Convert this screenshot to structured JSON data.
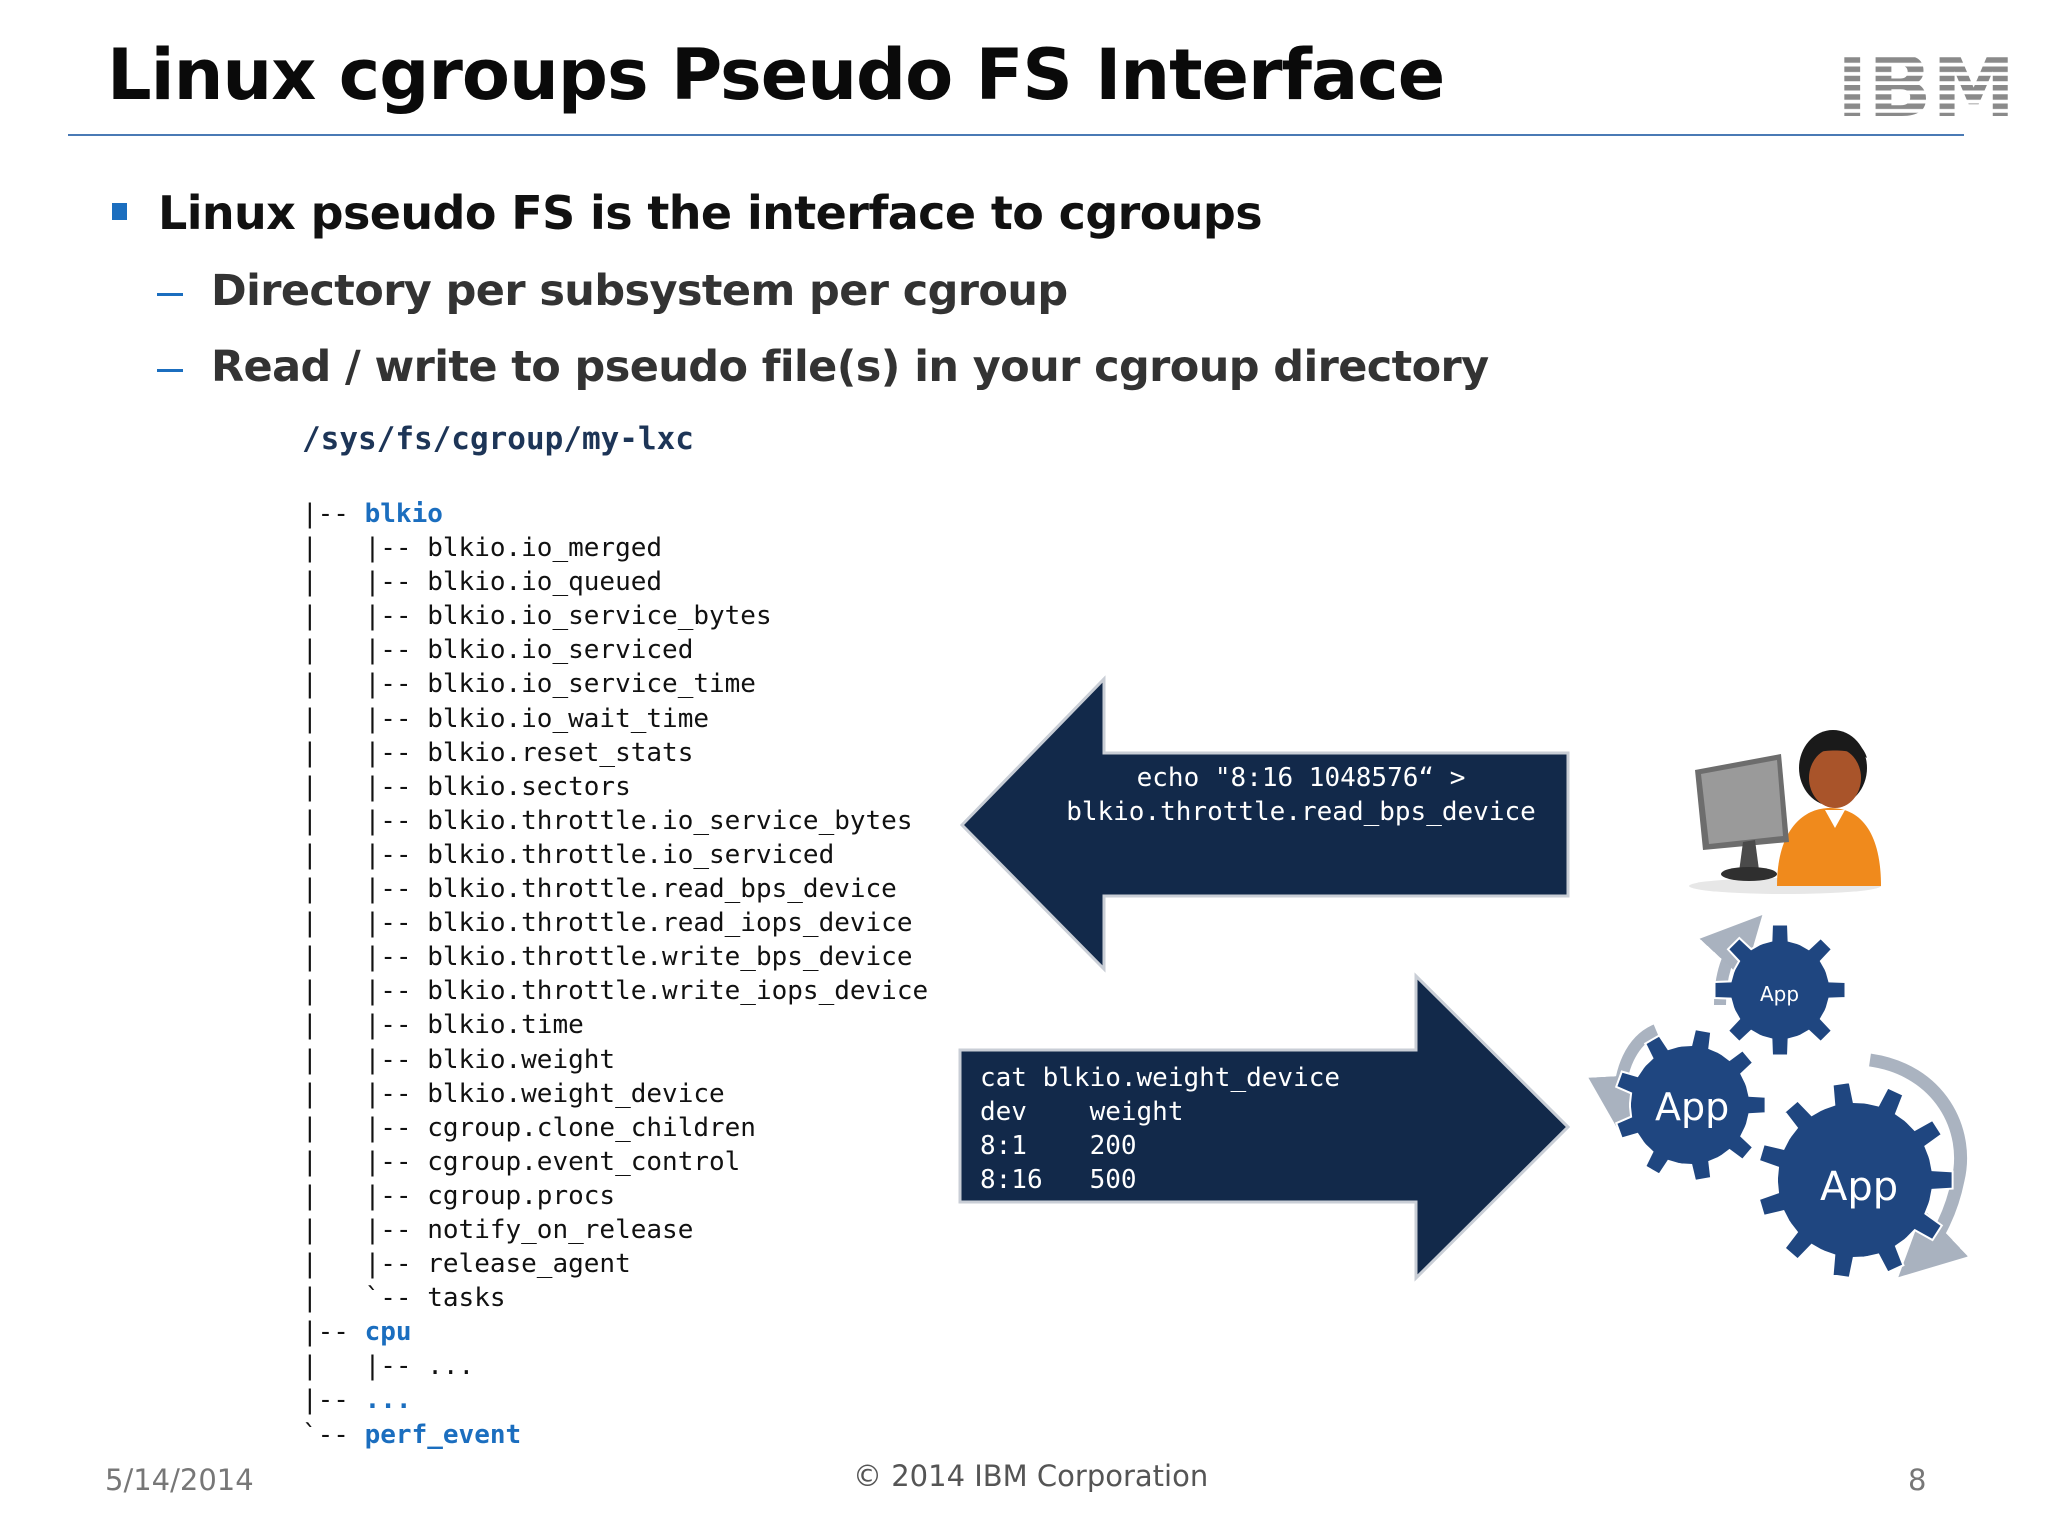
{
  "slide": {
    "title": "Linux cgroups Pseudo FS Interface",
    "logo_text": "IBM"
  },
  "bullets": {
    "main": "Linux pseudo FS is the interface to cgroups",
    "sub": [
      "Directory per subsystem per cgroup",
      "Read / write to pseudo file(s) in your cgroup directory"
    ]
  },
  "tree": {
    "path": "/sys/fs/cgroup/my-lxc",
    "lines": [
      {
        "prefix": "|-- ",
        "name": "blkio",
        "highlight": true
      },
      {
        "prefix": "|   |-- ",
        "name": "blkio.io_merged",
        "highlight": false
      },
      {
        "prefix": "|   |-- ",
        "name": "blkio.io_queued",
        "highlight": false
      },
      {
        "prefix": "|   |-- ",
        "name": "blkio.io_service_bytes",
        "highlight": false
      },
      {
        "prefix": "|   |-- ",
        "name": "blkio.io_serviced",
        "highlight": false
      },
      {
        "prefix": "|   |-- ",
        "name": "blkio.io_service_time",
        "highlight": false
      },
      {
        "prefix": "|   |-- ",
        "name": "blkio.io_wait_time",
        "highlight": false
      },
      {
        "prefix": "|   |-- ",
        "name": "blkio.reset_stats",
        "highlight": false
      },
      {
        "prefix": "|   |-- ",
        "name": "blkio.sectors",
        "highlight": false
      },
      {
        "prefix": "|   |-- ",
        "name": "blkio.throttle.io_service_bytes",
        "highlight": false
      },
      {
        "prefix": "|   |-- ",
        "name": "blkio.throttle.io_serviced",
        "highlight": false
      },
      {
        "prefix": "|   |-- ",
        "name": "blkio.throttle.read_bps_device",
        "highlight": false
      },
      {
        "prefix": "|   |-- ",
        "name": "blkio.throttle.read_iops_device",
        "highlight": false
      },
      {
        "prefix": "|   |-- ",
        "name": "blkio.throttle.write_bps_device",
        "highlight": false
      },
      {
        "prefix": "|   |-- ",
        "name": "blkio.throttle.write_iops_device",
        "highlight": false
      },
      {
        "prefix": "|   |-- ",
        "name": "blkio.time",
        "highlight": false
      },
      {
        "prefix": "|   |-- ",
        "name": "blkio.weight",
        "highlight": false
      },
      {
        "prefix": "|   |-- ",
        "name": "blkio.weight_device",
        "highlight": false
      },
      {
        "prefix": "|   |-- ",
        "name": "cgroup.clone_children",
        "highlight": false
      },
      {
        "prefix": "|   |-- ",
        "name": "cgroup.event_control",
        "highlight": false
      },
      {
        "prefix": "|   |-- ",
        "name": "cgroup.procs",
        "highlight": false
      },
      {
        "prefix": "|   |-- ",
        "name": "notify_on_release",
        "highlight": false
      },
      {
        "prefix": "|   |-- ",
        "name": "release_agent",
        "highlight": false
      },
      {
        "prefix": "|   `-- ",
        "name": "tasks",
        "highlight": false
      },
      {
        "prefix": "|-- ",
        "name": "cpu",
        "highlight": true
      },
      {
        "prefix": "|   |-- ",
        "name": "...",
        "highlight": false
      },
      {
        "prefix": "|-- ",
        "name": "...",
        "highlight": true
      },
      {
        "prefix": "`-- ",
        "name": "perf_event",
        "highlight": true
      }
    ]
  },
  "arrows": {
    "write_command": "echo \"8:16 1048576“ >\nblkio.throttle.read_bps_device",
    "read_command": "cat blkio.weight_device\ndev    weight\n8:1    200\n8:16   500",
    "arrow_color": "#12294a"
  },
  "gears": {
    "small_label": "App",
    "mid_label": "App",
    "big_label": "App",
    "gear_color": "#1f4680"
  },
  "footer": {
    "date": "5/14/2014",
    "copyright": "© 2014 IBM Corporation",
    "page": "8"
  }
}
